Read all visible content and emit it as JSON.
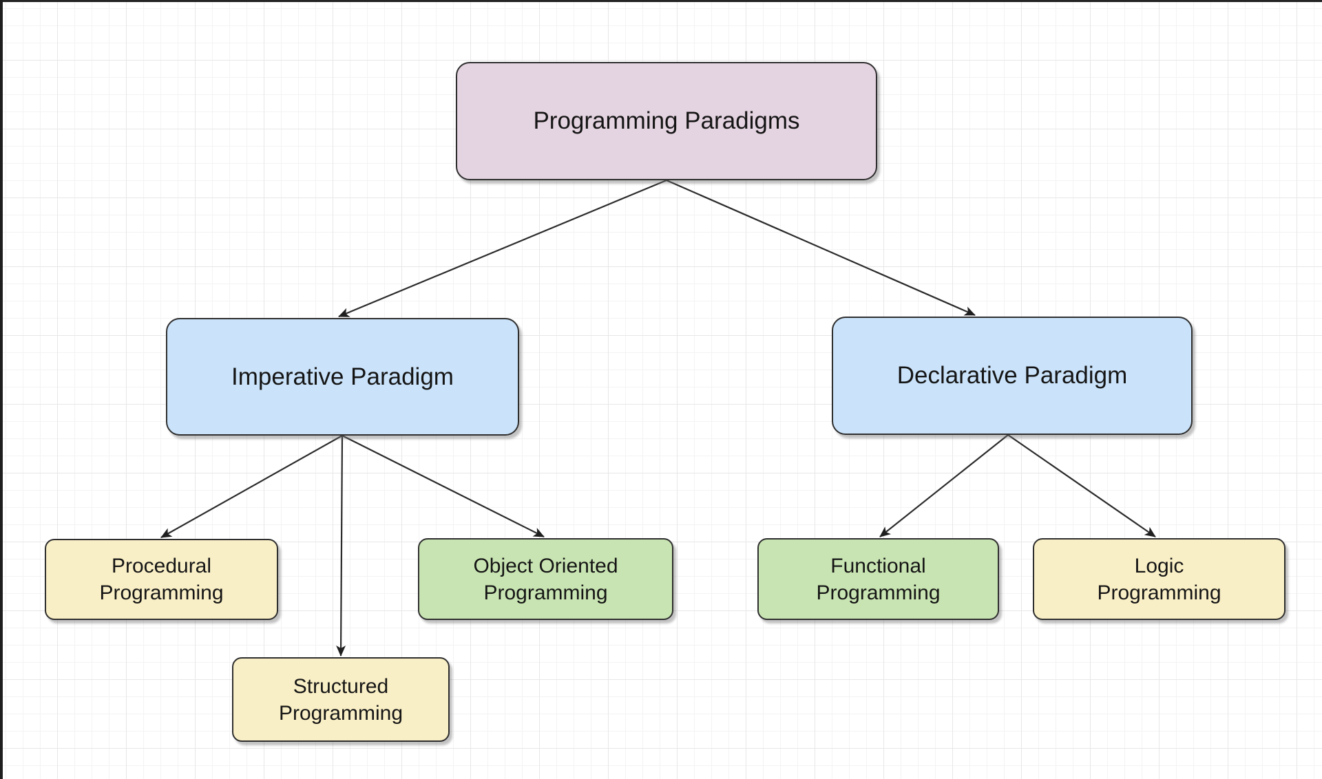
{
  "diagram": {
    "title": "Programming Paradigms",
    "type": "tree",
    "canvas": {
      "background": "#ffffff",
      "grid_minor_color": "#f3f3f3",
      "grid_major_color": "#e7e7e7",
      "edge_stroke_color": "#2b2b2b"
    },
    "node_colors": {
      "purple": "#E4D3E0",
      "blue": "#CAE3FA",
      "green": "#C8E4B2",
      "yellow": "#F9EFC6",
      "border": "#2E2E2E",
      "text": "#151515"
    },
    "nodes": [
      {
        "id": "root",
        "label": "Programming Paradigms",
        "fill": "#E4D3E0",
        "level": 0,
        "parent": null
      },
      {
        "id": "imperative",
        "label": "Imperative Paradigm",
        "fill": "#CAE3FA",
        "level": 1,
        "parent": "root"
      },
      {
        "id": "declarative",
        "label": "Declarative Paradigm",
        "fill": "#CAE3FA",
        "level": 1,
        "parent": "root"
      },
      {
        "id": "procedural",
        "label": "Procedural\nProgramming",
        "fill": "#F9EFC6",
        "level": 2,
        "parent": "imperative"
      },
      {
        "id": "structured",
        "label": "Structured\nProgramming",
        "fill": "#F9EFC6",
        "level": 2,
        "parent": "imperative"
      },
      {
        "id": "oop",
        "label": "Object Oriented\nProgramming",
        "fill": "#C8E4B2",
        "level": 2,
        "parent": "imperative"
      },
      {
        "id": "functional",
        "label": "Functional\nProgramming",
        "fill": "#C8E4B2",
        "level": 2,
        "parent": "declarative"
      },
      {
        "id": "logic",
        "label": "Logic\nProgramming",
        "fill": "#F9EFC6",
        "level": 2,
        "parent": "declarative"
      }
    ],
    "edges": [
      {
        "from": "root",
        "to": "imperative"
      },
      {
        "from": "root",
        "to": "declarative"
      },
      {
        "from": "imperative",
        "to": "procedural"
      },
      {
        "from": "imperative",
        "to": "structured"
      },
      {
        "from": "imperative",
        "to": "oop"
      },
      {
        "from": "declarative",
        "to": "functional"
      },
      {
        "from": "declarative",
        "to": "logic"
      }
    ]
  }
}
